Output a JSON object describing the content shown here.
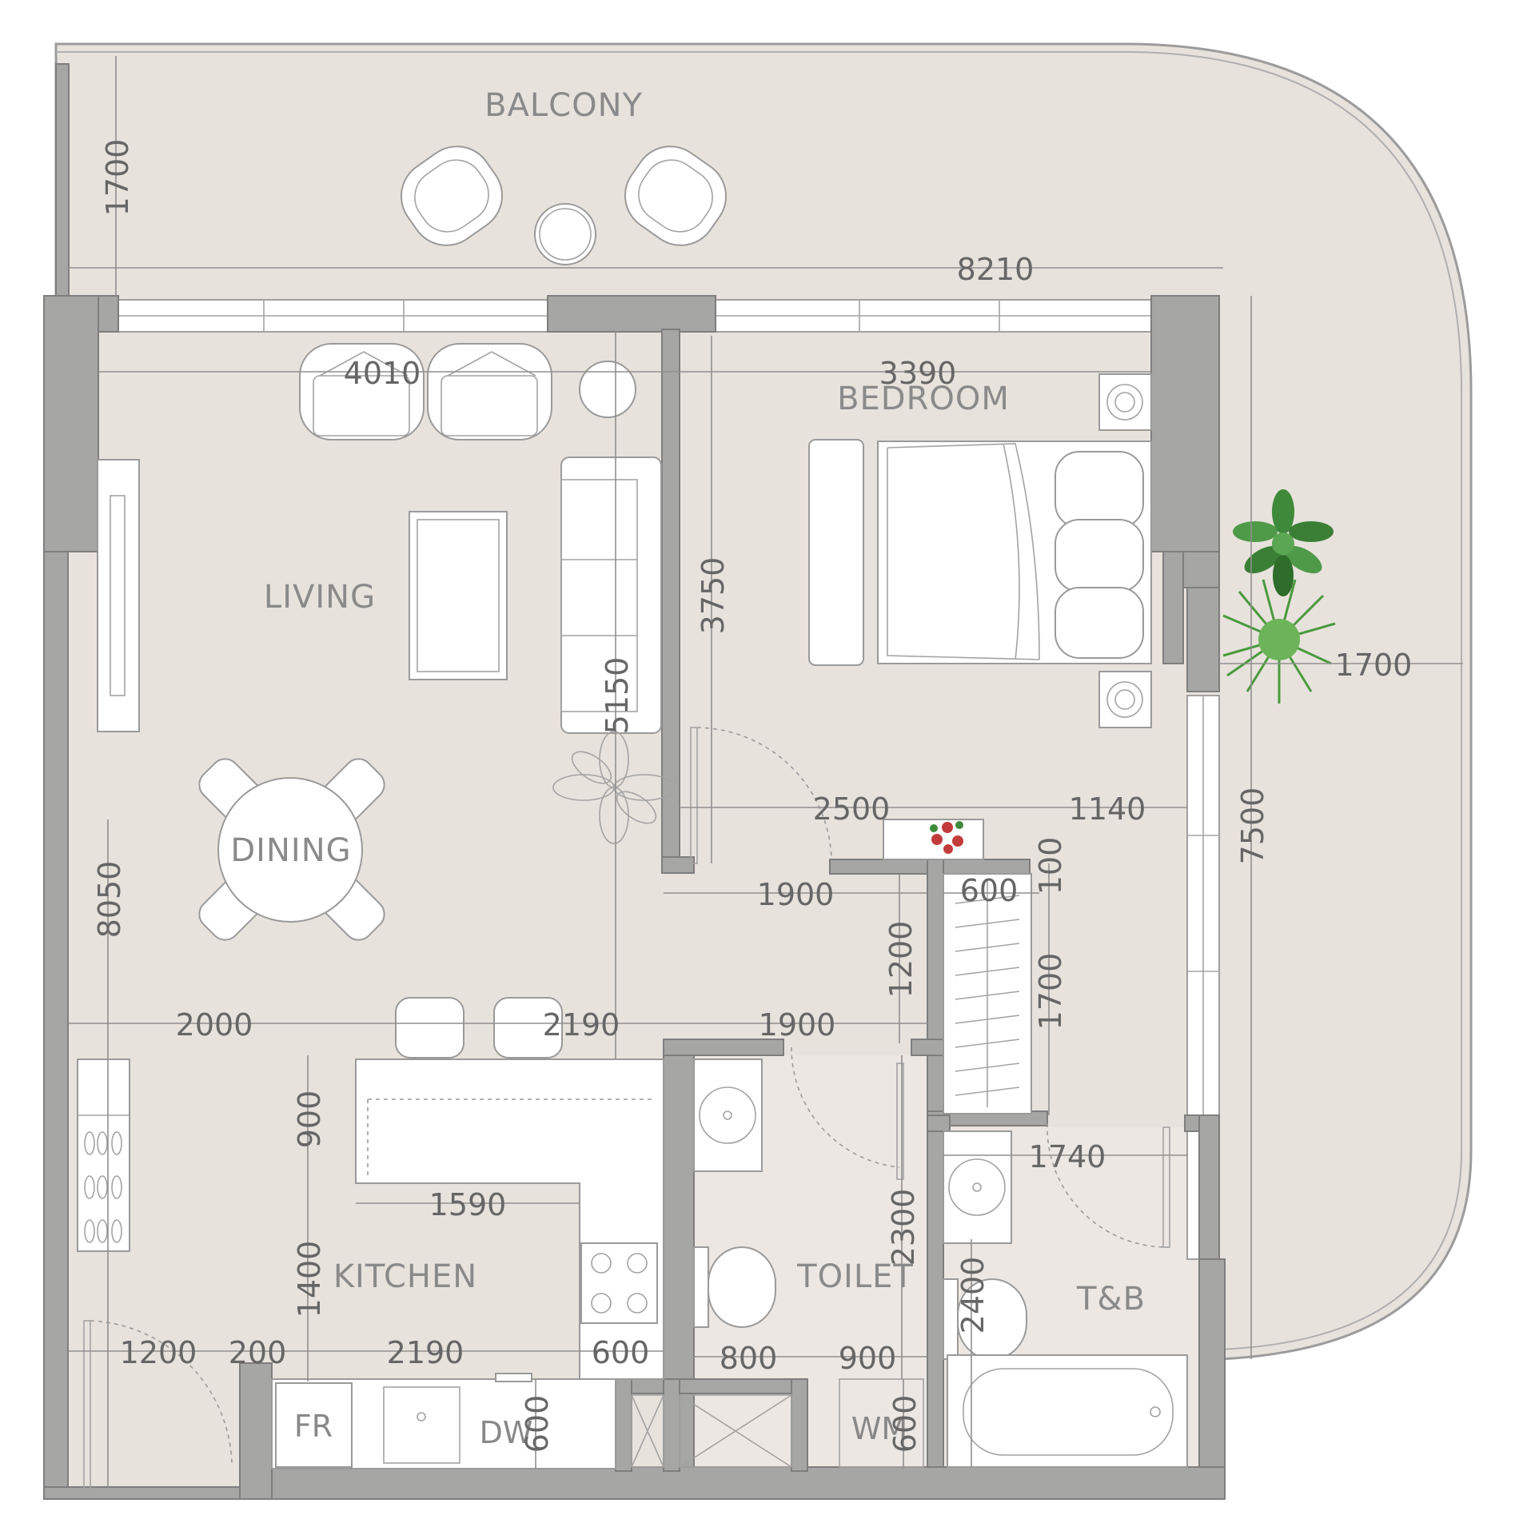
{
  "rooms": {
    "balcony": "BALCONY",
    "bedroom": "BEDROOM",
    "living": "LIVING",
    "dining": "DINING",
    "kitchen": "KITCHEN",
    "toilet": "TOILET",
    "tb": "T&B"
  },
  "fixtures": {
    "fr": "FR",
    "dw": "DW",
    "wm": "WM"
  },
  "dimensions": {
    "balcony_depth": "1700",
    "balcony_width": "8210",
    "living_width": "4010",
    "bedroom_width": "3390",
    "bedroom_depth": "3750",
    "living_depth": "5150",
    "side_balcony": "1700",
    "side_height": "7500",
    "hall_2500": "2500",
    "hall_1140": "1140",
    "hall_1900_a": "1900",
    "closet_600": "600",
    "closet_100": "100",
    "closet_1200": "1200",
    "closet_1700": "1700",
    "row_2000": "2000",
    "row_2190_a": "2190",
    "row_1900_b": "1900",
    "total_8050": "8050",
    "kitchen_900": "900",
    "kitchen_1590": "1590",
    "kitchen_1400": "1400",
    "tb_1740": "1740",
    "toilet_2300": "2300",
    "tb_2400": "2400",
    "bottom_1200": "1200",
    "bottom_200": "200",
    "bottom_2190": "2190",
    "bottom_600_a": "600",
    "bottom_800": "800",
    "bottom_900": "900",
    "dw_600": "600",
    "wm_600": "600"
  },
  "colors": {
    "floor": "#e8e2dd",
    "wall": "#a6a6a5",
    "plant_green": "#3f8a3a",
    "flower_red": "#c23b3b"
  }
}
